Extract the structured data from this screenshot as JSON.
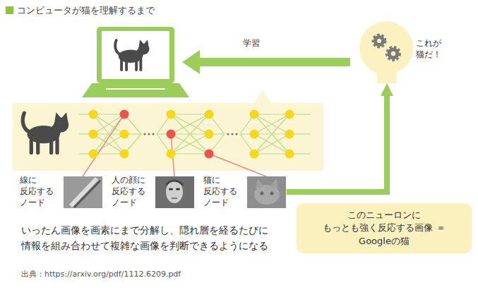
{
  "diagram": {
    "title": "コンピュータが猫を理解するまで",
    "nodes": [
      {
        "text": [
          "これが 猫だ！"
        ]
      },
      {
        "text": [
          "線に 反応する ノード"
        ]
      },
      {
        "text": [
          "人の顔に 反応する ノード"
        ]
      },
      {
        "text": [
          "猫に 反応する ノード"
        ]
      },
      {
        "text": [
          "このニューロンに もっとも強く反応する画像 ＝Googleの猫"
        ]
      }
    ],
    "edges": [
      {
        "from": 3,
        "to": 0,
        "arrow": "to"
      }
    ],
    "labels": [
      "学習",
      "いったん画像を画素にまで分解し、隠れ層を経るたびに 情報を組み合わせて複雑な画像を判断できるようになる",
      "出典：https://arxiv.org/pdf/1112.6209.pdf"
    ]
  }
}
